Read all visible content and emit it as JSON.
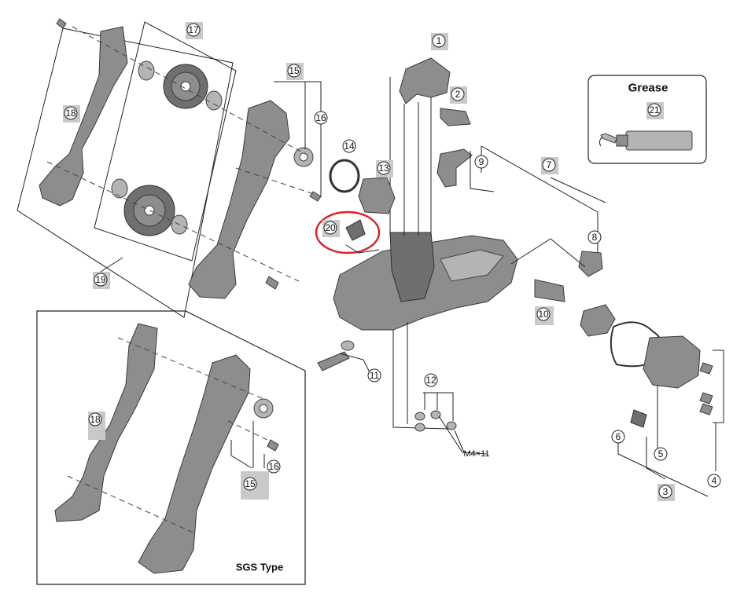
{
  "callouts": {
    "n1": "1",
    "n2": "2",
    "n3": "3",
    "n4": "4",
    "n5": "5",
    "n6": "6",
    "n7": "7",
    "n8": "8",
    "n9": "9",
    "n10": "10",
    "n11": "11",
    "n12": "12",
    "n13": "13",
    "n14": "14",
    "n15": "15",
    "n16": "16",
    "n17": "17",
    "n18": "18",
    "n19": "19",
    "n20": "20",
    "n21": "21"
  },
  "grease_box": {
    "title": "Grease",
    "part_number": "21"
  },
  "screw_spec": "M4×11",
  "sgs_box": {
    "title": "SGS Type"
  },
  "highlight_color": "#e0202a"
}
